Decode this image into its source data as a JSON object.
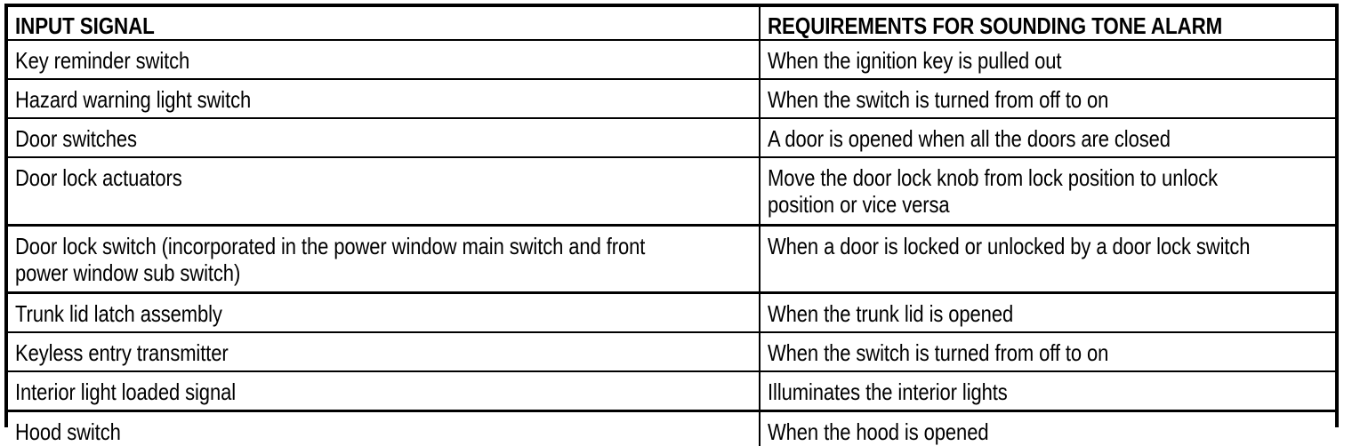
{
  "table": {
    "columns": [
      {
        "key": "input_signal",
        "label": "INPUT SIGNAL"
      },
      {
        "key": "requirements",
        "label": "REQUIREMENTS FOR SOUNDING TONE ALARM"
      }
    ],
    "rows": [
      {
        "input_signal": "Key reminder switch",
        "requirements": "When the ignition key is pulled out"
      },
      {
        "input_signal": "Hazard warning light switch",
        "requirements": "When the switch is turned from off to on"
      },
      {
        "input_signal": "Door switches",
        "requirements": "A door is opened when all the doors are closed"
      },
      {
        "input_signal": "Door lock actuators",
        "requirements": "Move the door lock knob from lock position to unlock\nposition or vice versa"
      },
      {
        "input_signal": "Door lock switch (incorporated in the power window main switch and front\npower window sub switch)",
        "requirements": "When a door is locked or unlocked by a door lock switch"
      },
      {
        "input_signal": "Trunk lid latch assembly",
        "requirements": "When the trunk lid is opened"
      },
      {
        "input_signal": "Keyless entry transmitter",
        "requirements": "When the switch is turned from off to on"
      },
      {
        "input_signal": "Interior light loaded signal",
        "requirements": "Illuminates the interior lights"
      },
      {
        "input_signal": "Hood switch",
        "requirements": "When the hood is opened"
      }
    ]
  },
  "colors": {
    "background": "#ffffff",
    "text": "#000000",
    "border": "#000000"
  }
}
